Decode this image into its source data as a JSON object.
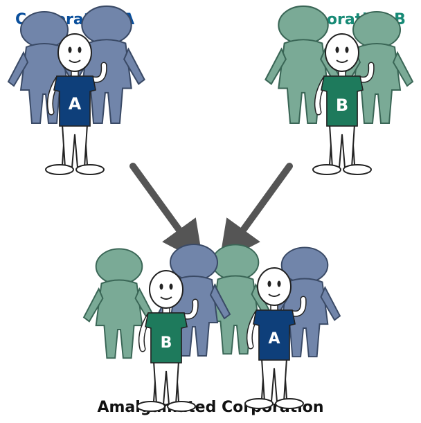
{
  "labels": {
    "corp_a": "Corporation A",
    "corp_b": "Corporation B",
    "merged": "Amalgamated Corporation"
  },
  "shirt_letters": {
    "a": "A",
    "b": "B"
  },
  "colors": {
    "corp_a_text": "#0a4f9c",
    "corp_b_text": "#178a76",
    "merged_text": "#111111",
    "blue_shirt": "#0e3f7a",
    "green_shirt": "#1e7a5c",
    "blue_crowd": "#7185aa",
    "green_crowd": "#7aaa96",
    "arrow": "#555555"
  },
  "icons": [
    "team-a-figure-icon",
    "team-b-figure-icon",
    "merge-arrow-icon"
  ]
}
